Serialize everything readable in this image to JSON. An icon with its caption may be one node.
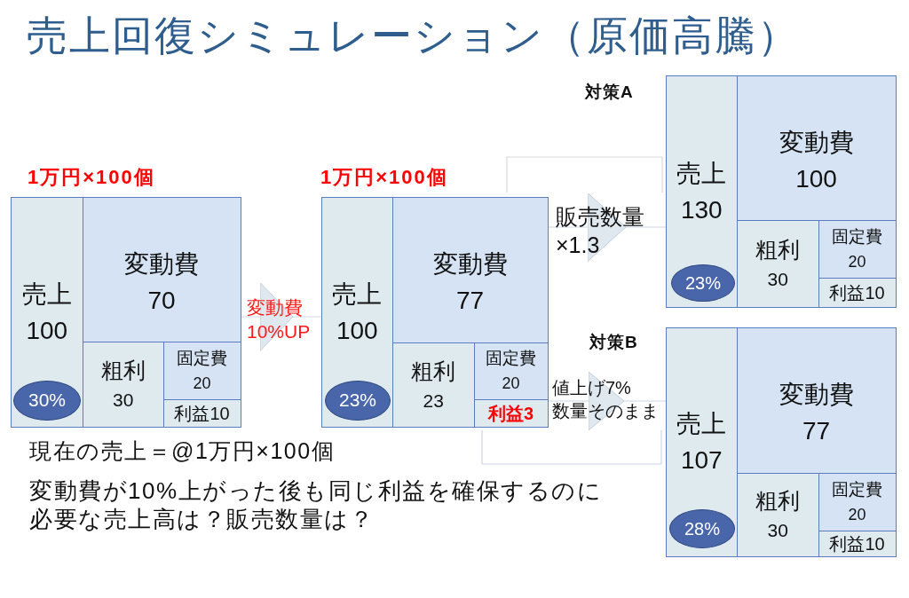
{
  "diagram": {
    "title": "売上回復シミュレーション（原価高騰）",
    "nodes": [
      {
        "text": [
          "1万円×100個"
        ]
      },
      {
        "text": [
          "売上",
          "100"
        ],
        "in": 0
      },
      {
        "text": [
          "変動費",
          "70"
        ],
        "in": 0
      },
      {
        "text": [
          "粗利",
          "30"
        ],
        "in": 0
      },
      {
        "text": [
          "固定費",
          "20"
        ],
        "in": 0
      },
      {
        "text": [
          "利益10"
        ],
        "in": 0
      },
      {
        "text": [
          "30%"
        ],
        "in": 1
      },
      {
        "text": [
          "1万円×100個"
        ]
      },
      {
        "text": [
          "売上",
          "100"
        ],
        "in": 7
      },
      {
        "text": [
          "変動費",
          "77"
        ],
        "in": 7
      },
      {
        "text": [
          "粗利",
          "23"
        ],
        "in": 7
      },
      {
        "text": [
          "固定費",
          "20"
        ],
        "in": 7
      },
      {
        "text": [
          "利益3"
        ],
        "in": 7
      },
      {
        "text": [
          "23%"
        ],
        "in": 8
      },
      {
        "text": [
          "対策A"
        ]
      },
      {
        "text": [
          "売上",
          "130"
        ],
        "in": 14
      },
      {
        "text": [
          "変動費",
          "100"
        ],
        "in": 14
      },
      {
        "text": [
          "粗利",
          "30"
        ],
        "in": 14
      },
      {
        "text": [
          "固定費",
          "20"
        ],
        "in": 14
      },
      {
        "text": [
          "利益10"
        ],
        "in": 14
      },
      {
        "text": [
          "23%"
        ],
        "in": 15
      },
      {
        "text": [
          "対策B"
        ]
      },
      {
        "text": [
          "売上",
          "107"
        ],
        "in": 21
      },
      {
        "text": [
          "変動費",
          "77"
        ],
        "in": 21
      },
      {
        "text": [
          "粗利",
          "30"
        ],
        "in": 21
      },
      {
        "text": [
          "固定費",
          "20"
        ],
        "in": 21
      },
      {
        "text": [
          "利益10"
        ],
        "in": 21
      },
      {
        "text": [
          "28%"
        ],
        "in": 22
      }
    ],
    "edges": [
      {
        "from": 0,
        "to": 7,
        "arrow": "to",
        "label": "変動費 10%UP"
      },
      {
        "from": 7,
        "to": 14,
        "arrow": "to",
        "label": "販売数量 ×1.3"
      },
      {
        "from": 7,
        "to": 21,
        "arrow": "to",
        "label": "値上げ7% 数量そのまま"
      }
    ],
    "labels": [
      "現在の売上＝@1万円×100個",
      "変動費が10%上がった後も同じ利益を確保するのに必要な売上高は？販売数量は？"
    ]
  }
}
